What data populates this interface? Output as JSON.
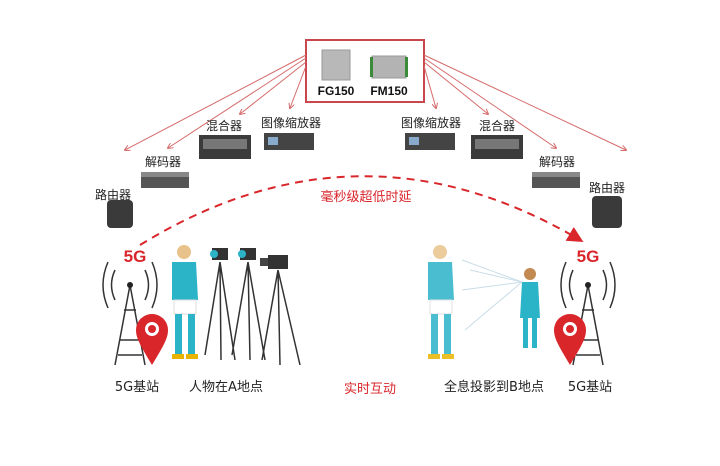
{
  "modules": {
    "left": "FG150",
    "right": "FM150"
  },
  "devices_left": {
    "router": "路由器",
    "decoder": "解码器",
    "mixer": "混合器",
    "scaler": "图像缩放器"
  },
  "devices_right": {
    "scaler": "图像缩放器",
    "mixer": "混合器",
    "decoder": "解码器",
    "router": "路由器"
  },
  "latency_label": "毫秒级超低时延",
  "badge_5g": "5G",
  "bottom": {
    "station_a": "5G基站",
    "person_a": "人物在A地点",
    "interaction": "实时互动",
    "hologram_b": "全息投影到B地点",
    "station_b": "5G基站"
  },
  "colors": {
    "accent": "#d9262b",
    "teal": "#2bb3c8"
  }
}
